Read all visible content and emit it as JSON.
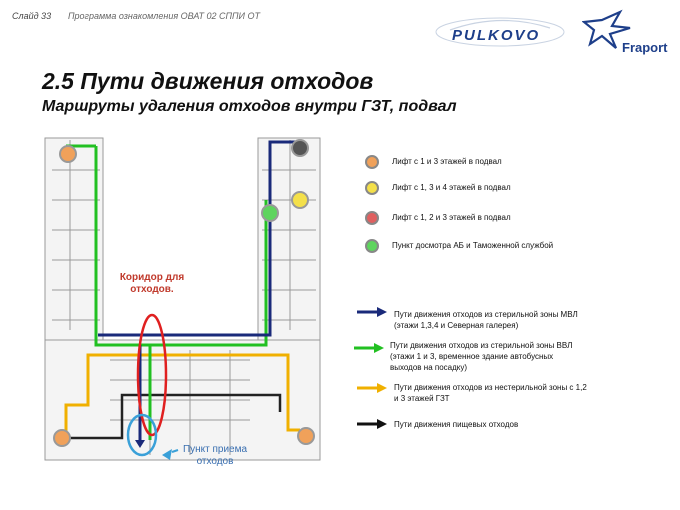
{
  "header": {
    "slide": "Слайд 33",
    "program": "Программа ознакомления ОВАТ 02 СППИ ОТ"
  },
  "logos": {
    "pulkovo": "PULKOVO",
    "fraport": "Fraport"
  },
  "title": "2.5 Пути движения отходов",
  "subtitle": "Маршруты удаления отходов внутри ГЗТ, подвал",
  "plan_labels": {
    "corridor": "Коридор для отходов.",
    "point": "Пункт приема отходов"
  },
  "legend_points": [
    {
      "text": "Лифт с 1 и 3 этажей в подвал",
      "color": "#f0a15a"
    },
    {
      "text": "Лифт с 1, 3 и 4 этажей в подвал",
      "color": "#f4e04a"
    },
    {
      "text": "Лифт с 1, 2 и 3 этажей в подвал",
      "color": "#e06060"
    },
    {
      "text": "Пункт досмотра АБ и Таможенной службой",
      "color": "#5ed45e"
    }
  ],
  "legend_routes": [
    {
      "text1": "Пути движения отходов из стерильной зоны МВЛ",
      "text2": "(этажи 1,3,4 и Северная галерея)",
      "color": "#1a2a7a"
    },
    {
      "text1": "Пути движения отходов из стерильной зоны ВВЛ",
      "text2": "(этажи 1 и 3, временное здание автобусных",
      "text3": "выходов на посадку)",
      "color": "#22c022"
    },
    {
      "text1": "Пути движения отходов из нестерильной зоны с 1,2",
      "text2": "и 3 этажей ГЗТ",
      "color": "#f0b000"
    },
    {
      "text1": "Пути движения пищевых отходов",
      "color": "#111111"
    }
  ]
}
